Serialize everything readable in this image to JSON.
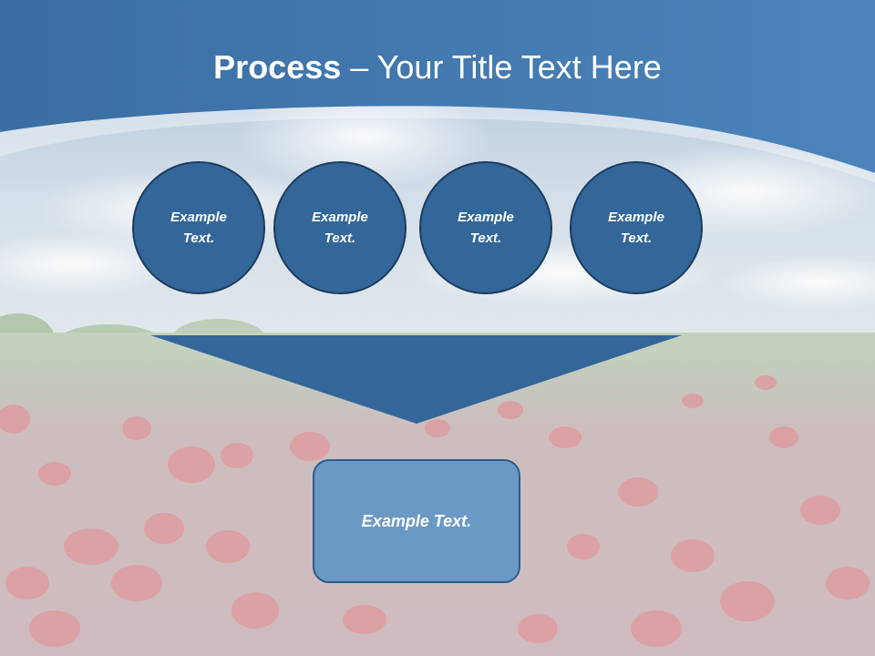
{
  "slide": {
    "title_bold": "Process",
    "title_rest": " – Your Title Text Here",
    "circles": [
      {
        "line1": "Example",
        "line2": "Text."
      },
      {
        "line1": "Example",
        "line2": "Text."
      },
      {
        "line1": "Example",
        "line2": "Text."
      },
      {
        "line1": "Example",
        "line2": "Text."
      }
    ],
    "result_text": "Example Text."
  },
  "colors": {
    "header_blue": "#3f73a8",
    "shape_blue": "#336699",
    "result_box": "#6a99c6"
  },
  "background": "sky-and-poppy-field-photo"
}
